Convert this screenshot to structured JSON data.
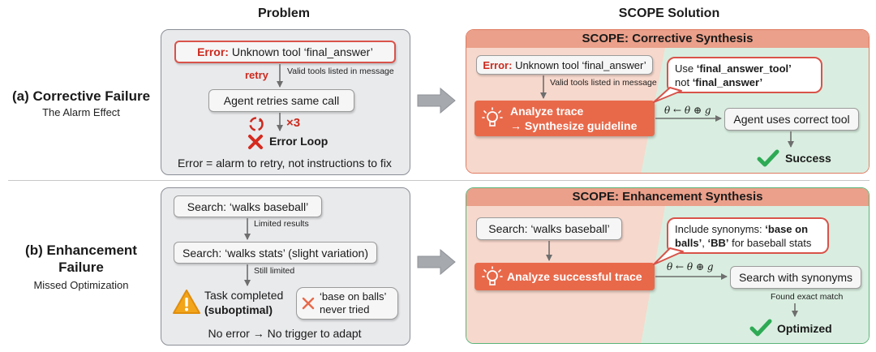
{
  "headers": {
    "problem": "Problem",
    "solution": "SCOPE Solution"
  },
  "rows": {
    "a": {
      "title": "(a) Corrective Failure",
      "subtitle": "The Alarm Effect"
    },
    "b": {
      "title_line1": "(b) Enhancement",
      "title_line2": "Failure",
      "subtitle": "Missed Optimization"
    }
  },
  "problem_a": {
    "error_label": "Error:",
    "error_text": "Unknown tool ‘final_answer’",
    "retry": "retry",
    "note": "Valid tools listed in message",
    "retries_box": "Agent retries same call",
    "times": "×3",
    "loop": "Error Loop",
    "caption": "Error = alarm to retry, not instructions to fix"
  },
  "problem_b": {
    "search1": "Search: ‘walks baseball’",
    "note1": "Limited results",
    "search2": "Search: ‘walks stats’ (slight variation)",
    "note2": "Still limited",
    "task_line1": "Task completed",
    "task_line2": "(suboptimal)",
    "never_line1": "‘base on balls’",
    "never_line2": "never tried",
    "caption": "No error → No trigger to adapt"
  },
  "solution_a": {
    "header": "SCOPE: Corrective Synthesis",
    "error_label": "Error:",
    "error_text": "Unknown tool ‘final_answer’",
    "note": "Valid tools listed in message",
    "analyze_line1": "Analyze trace",
    "analyze_line2": "→ Synthesize guideline",
    "bubble_pre": "Use ",
    "bubble_bold1": "‘final_answer_tool’",
    "bubble_mid": "not ",
    "bubble_bold2": "‘final_answer’",
    "theta": "θ ← θ ⊕ g",
    "agent_box": "Agent uses correct tool",
    "result": "Success"
  },
  "solution_b": {
    "header": "SCOPE: Enhancement Synthesis",
    "search": "Search: ‘walks baseball’",
    "analyze": "Analyze successful trace",
    "bubble_pre": "Include synonyms: ",
    "bubble_bold1": "‘base on balls’",
    "bubble_mid": ", ",
    "bubble_bold2": "‘BB’",
    "bubble_post": " for baseball stats",
    "theta": "θ ← θ ⊕ g",
    "search_box": "Search with synonyms",
    "note": "Found exact match",
    "result": "Optimized"
  },
  "colors": {
    "red": "#cc2a1e",
    "orange": "#e8694a",
    "green": "#2eaa55",
    "pink_bg": "#f6d5c8",
    "mint_bg": "#d9eee0"
  }
}
